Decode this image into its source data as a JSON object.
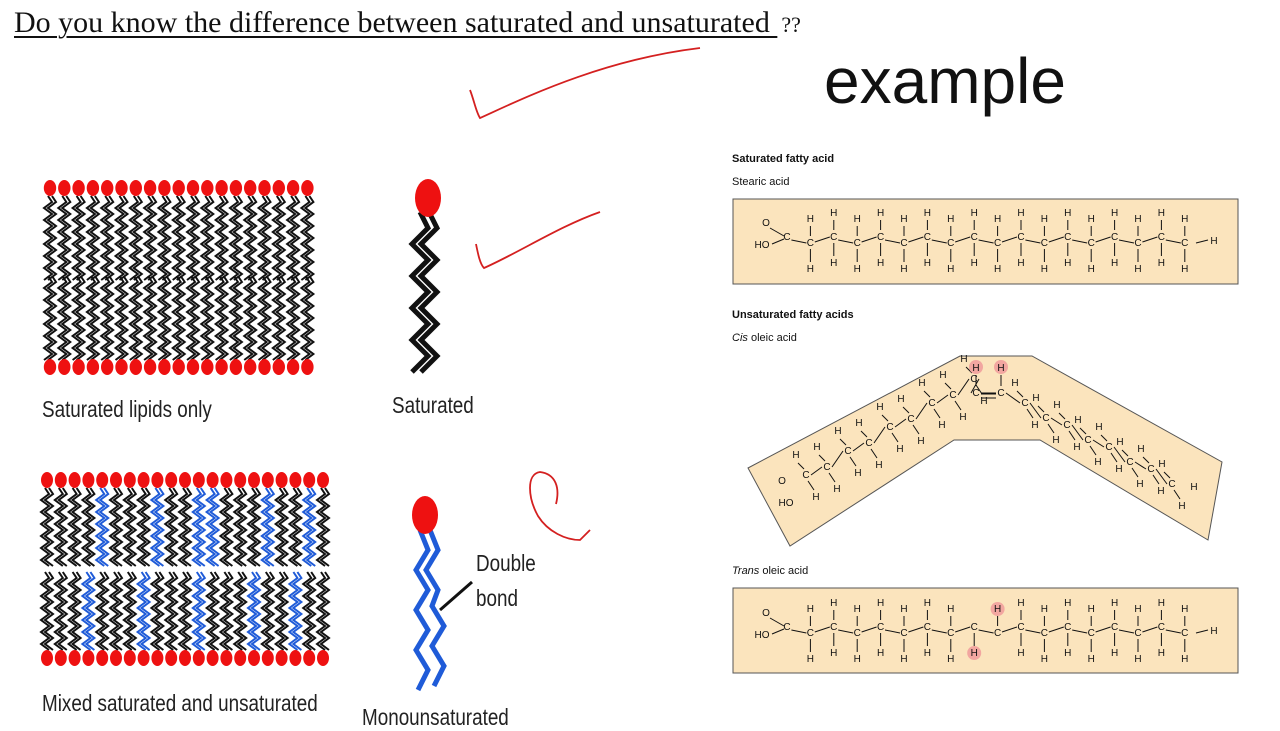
{
  "title": {
    "text": "Do you know the difference between saturated and unsaturated ",
    "suffix": "??"
  },
  "example_heading": "example",
  "membrane_panel": {
    "saturated_label": "Saturated lipids only",
    "mixed_label": "Mixed saturated and unsaturated",
    "saturated_tail_label": "Saturated",
    "mono_tail_label": "Monounsaturated",
    "double_bond_label_line1": "Double",
    "double_bond_label_line2": "bond"
  },
  "fatty_acids": {
    "saturated_header": "Saturated fatty acid",
    "stearic_name": "Stearic acid",
    "unsaturated_header": "Unsaturated fatty acids",
    "cis_prefix": "Cis",
    "cis_rest": " oleic acid",
    "trans_prefix": "Trans",
    "trans_rest": " oleic acid"
  },
  "colors": {
    "head_red": "#ee1111",
    "saturated_tail": "#111111",
    "unsaturated_tail": "#1f5bd8",
    "annotation_red": "#d42020",
    "molecule_box": "#fbe4bd",
    "highlight_h": "#f2a6a0"
  },
  "atoms": {
    "carbon": "C",
    "hydrogen": "H",
    "oxygen": "O",
    "hydroxyl": "HO"
  }
}
